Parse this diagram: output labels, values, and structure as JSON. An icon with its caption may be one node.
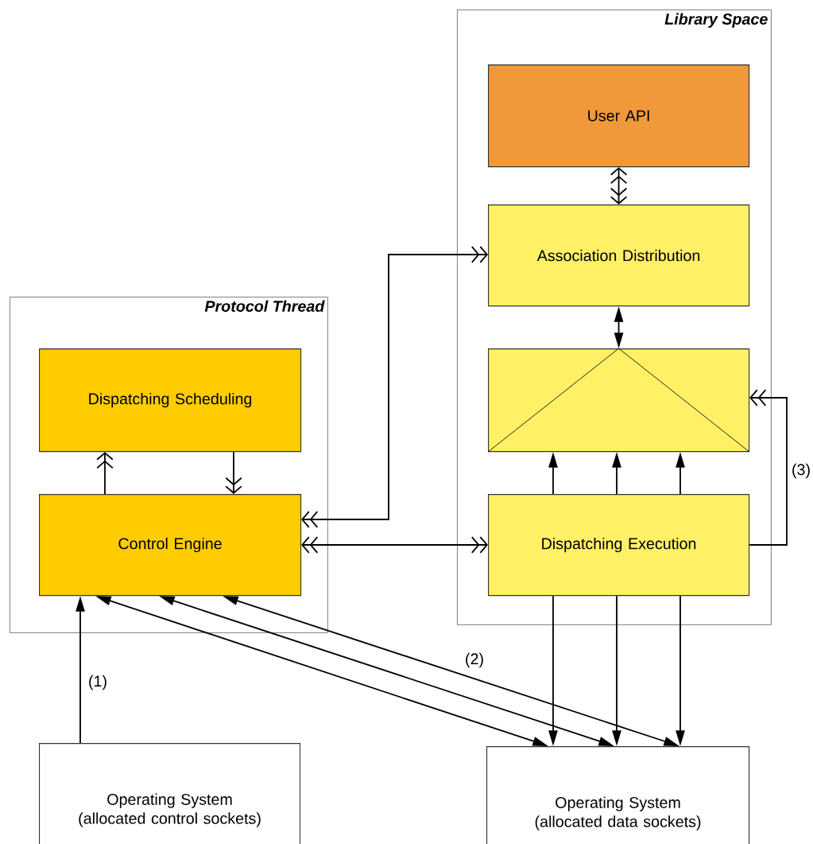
{
  "diagram": {
    "nodes": [
      {
        "text": [
          "Protocol Thread"
        ]
      },
      {
        "text": [
          "Dispatching Scheduling"
        ],
        "in": 0
      },
      {
        "text": [
          "Control Engine"
        ],
        "in": 0
      },
      {
        "text": [
          "Library Space"
        ]
      },
      {
        "text": [
          "User API"
        ],
        "in": 3
      },
      {
        "text": [
          "Association Distribution"
        ],
        "in": 3
      },
      {
        "text": [],
        "shape": "box",
        "in": 3
      },
      {
        "text": [
          "Dispatching Execution"
        ],
        "in": 3
      },
      {
        "text": [
          "Operating System (allocated control sockets)"
        ]
      },
      {
        "text": [
          "Operating System (allocated data sockets)"
        ]
      }
    ],
    "edges": [
      {
        "from": 4,
        "to": 5,
        "arrow": "both"
      },
      {
        "from": 5,
        "to": 6,
        "arrow": "both"
      },
      {
        "from": 2,
        "to": 1,
        "arrow": "to"
      },
      {
        "from": 1,
        "to": 2,
        "arrow": "to"
      },
      {
        "from": 2,
        "to": 5,
        "arrow": "both"
      },
      {
        "from": 2,
        "to": 7,
        "arrow": "both"
      },
      {
        "from": 7,
        "to": 6,
        "arrow": "to"
      },
      {
        "from": 7,
        "to": 6,
        "arrow": "to"
      },
      {
        "from": 7,
        "to": 6,
        "arrow": "to"
      },
      {
        "from": 7,
        "to": 6,
        "arrow": "to",
        "label": "(3)"
      },
      {
        "from": 8,
        "to": 2,
        "arrow": "to",
        "label": "(1)"
      },
      {
        "from": 2,
        "to": 9,
        "arrow": "both"
      },
      {
        "from": 2,
        "to": 9,
        "arrow": "both"
      },
      {
        "from": 2,
        "to": 9,
        "arrow": "both",
        "label": "(2)"
      },
      {
        "from": 7,
        "to": 9,
        "arrow": "to"
      },
      {
        "from": 7,
        "to": 9,
        "arrow": "to"
      },
      {
        "from": 7,
        "to": 9,
        "arrow": "to"
      }
    ]
  }
}
